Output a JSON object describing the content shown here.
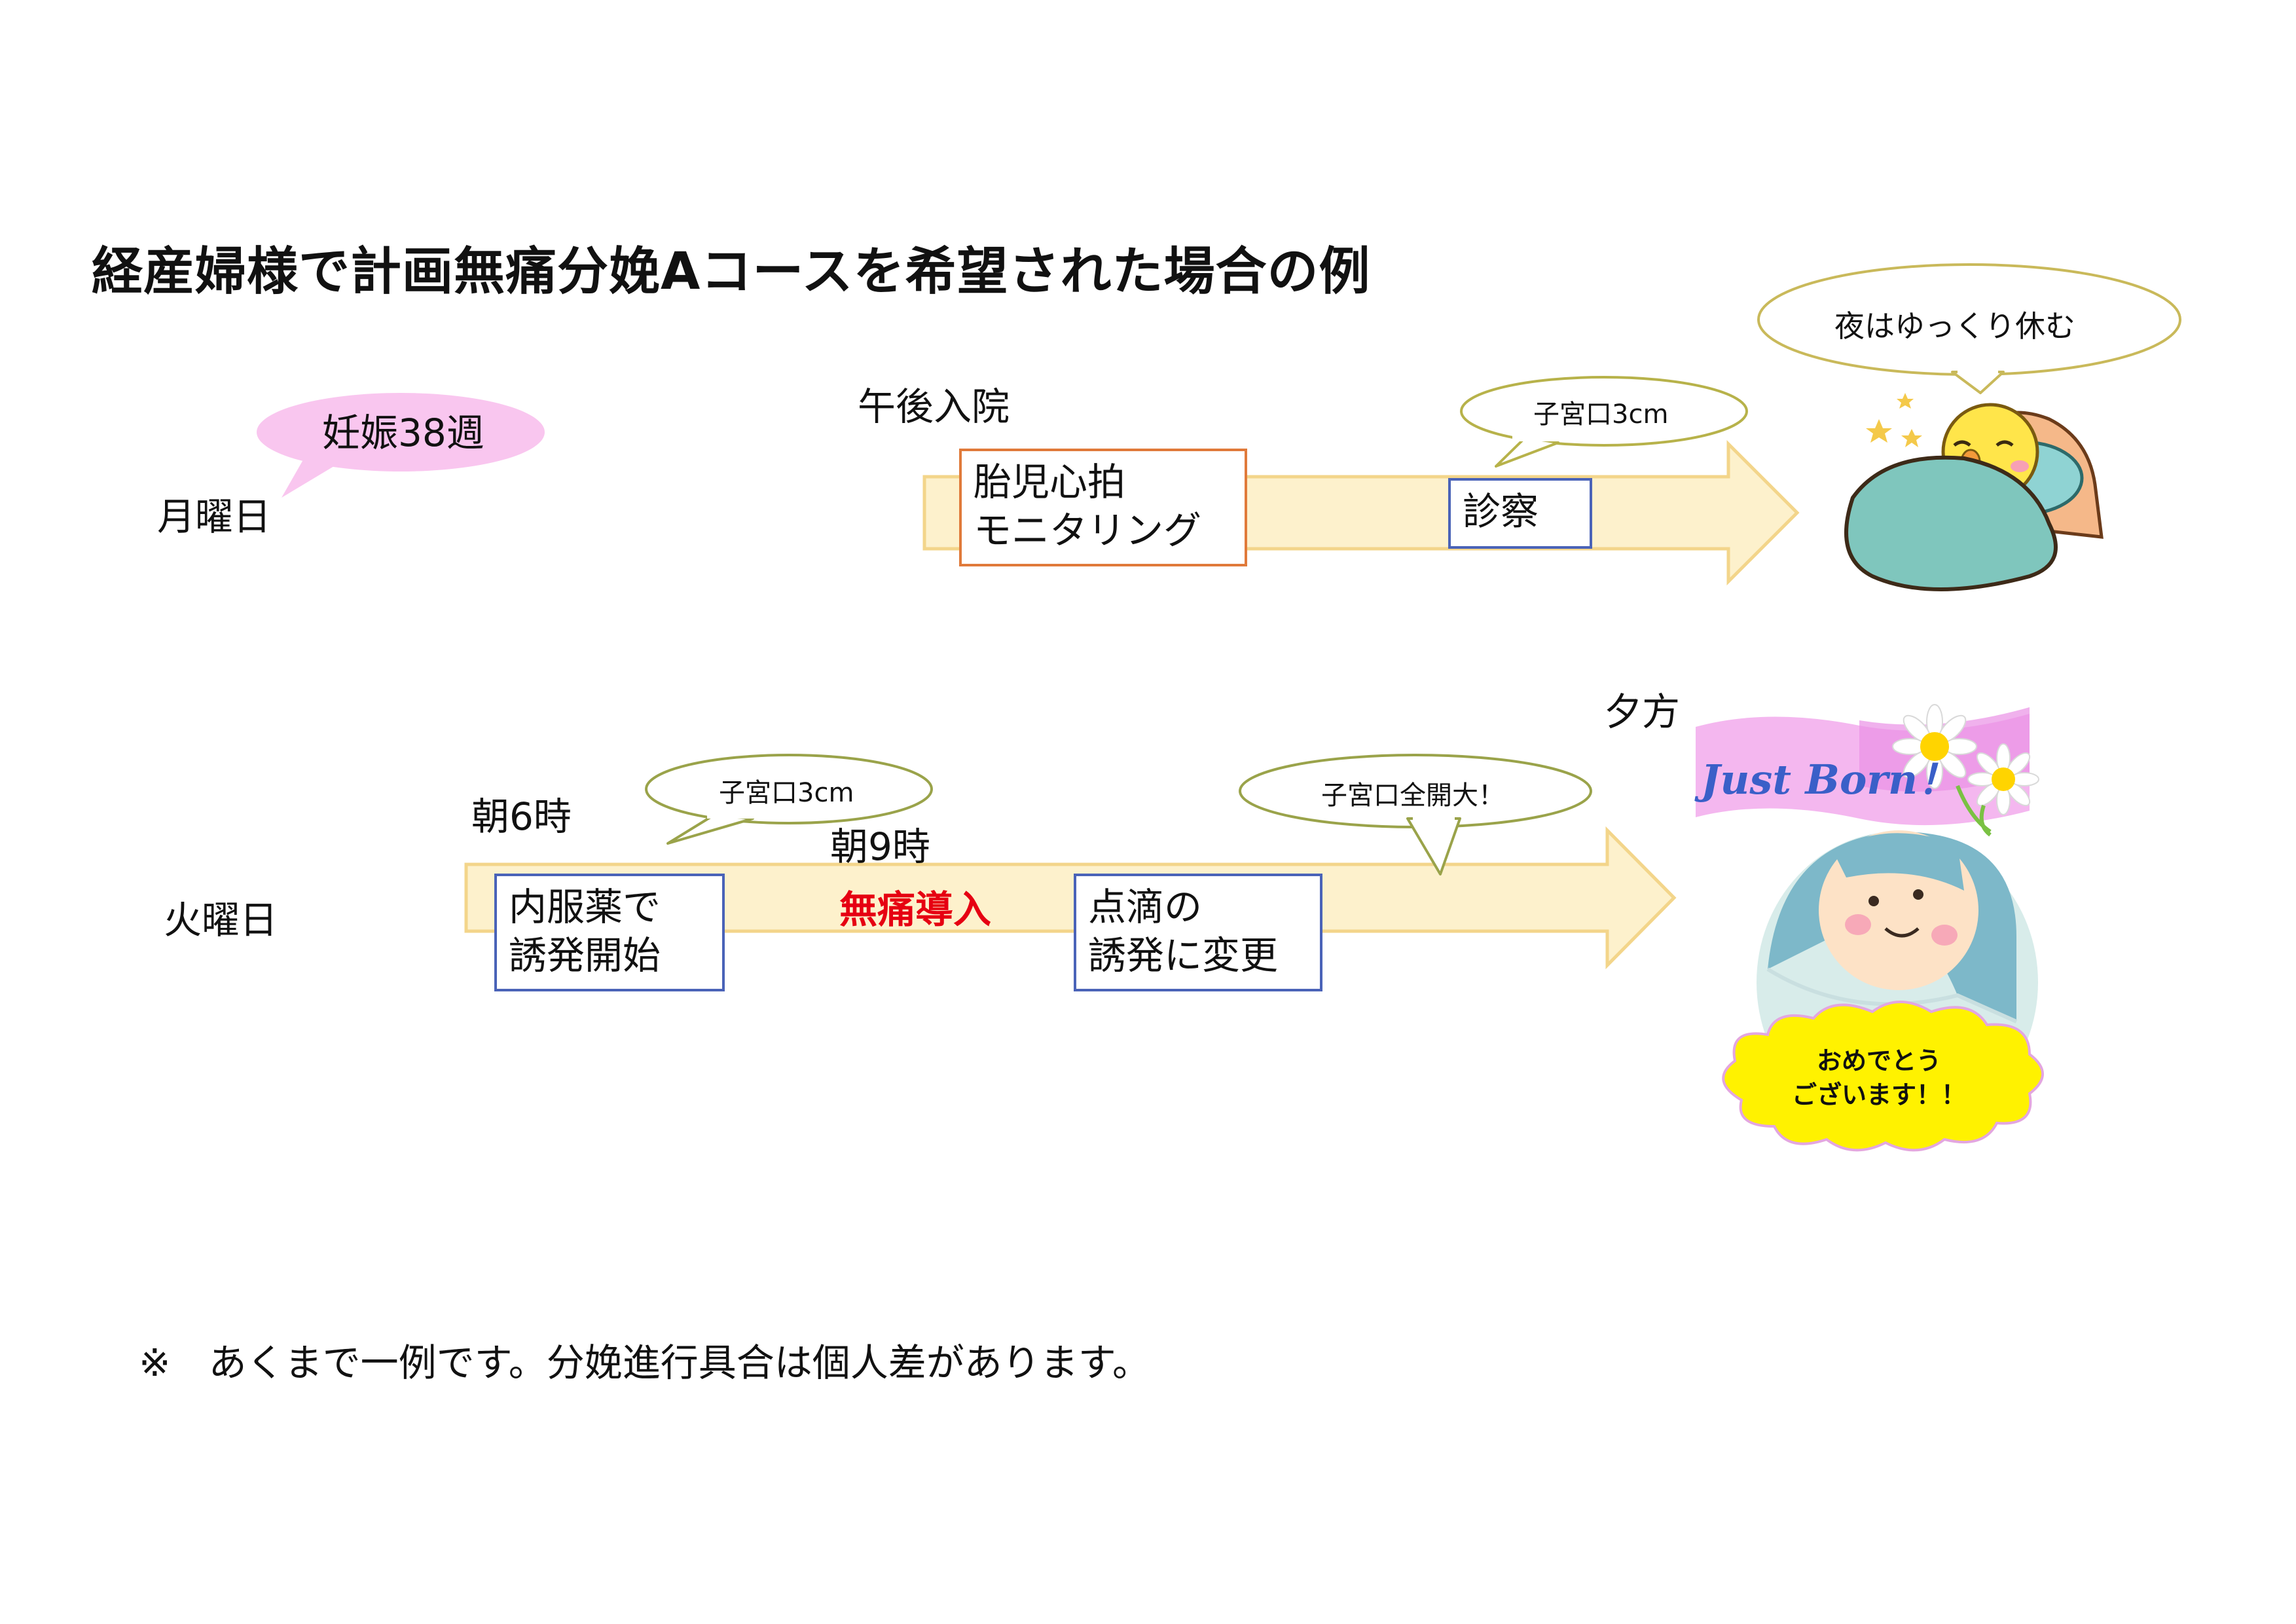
{
  "title": "経産婦様で計画無痛分娩Aコースを希望された場合の例",
  "monday": {
    "day_label": "月曜日",
    "pregnancy_bubble": "妊娠38週",
    "admission_label": "午後入院",
    "steps": [
      "胎児心拍\nモニタリング",
      "診察"
    ],
    "cervix_bubble": "子宮口3cm",
    "night_bubble": "夜はゆっくり休む"
  },
  "tuesday": {
    "day_label": "火曜日",
    "time_6": "朝6時",
    "time_9": "朝9時",
    "evening": "夕方",
    "cervix_bubble": "子宮口3cm",
    "full_dilation_bubble": "子宮口全開大！",
    "step_oral": "内服薬で\n誘発開始",
    "epidural_label": "無痛導入",
    "step_drip": "点滴の\n誘発に変更",
    "banner_text": "Just Born！",
    "congrats": "おめでとう\nございます！！"
  },
  "colors": {
    "arrow_fill": "#fdf1cc",
    "arrow_stroke": "#f3d58a",
    "box_blue": "#4a63b8",
    "box_orange": "#e07a3a",
    "accent_red": "#e60012",
    "pink_bubble": "#f9c6ef",
    "yellow_cloud": "#fff200"
  },
  "footnote": "※　あくまで一例です。分娩進行具合は個人差があります。",
  "icons": [
    "speech-bubble",
    "chick-sleeping-in-bed-illustration",
    "baby-in-blanket-illustration",
    "daisy-flower-icon",
    "star-icon"
  ]
}
